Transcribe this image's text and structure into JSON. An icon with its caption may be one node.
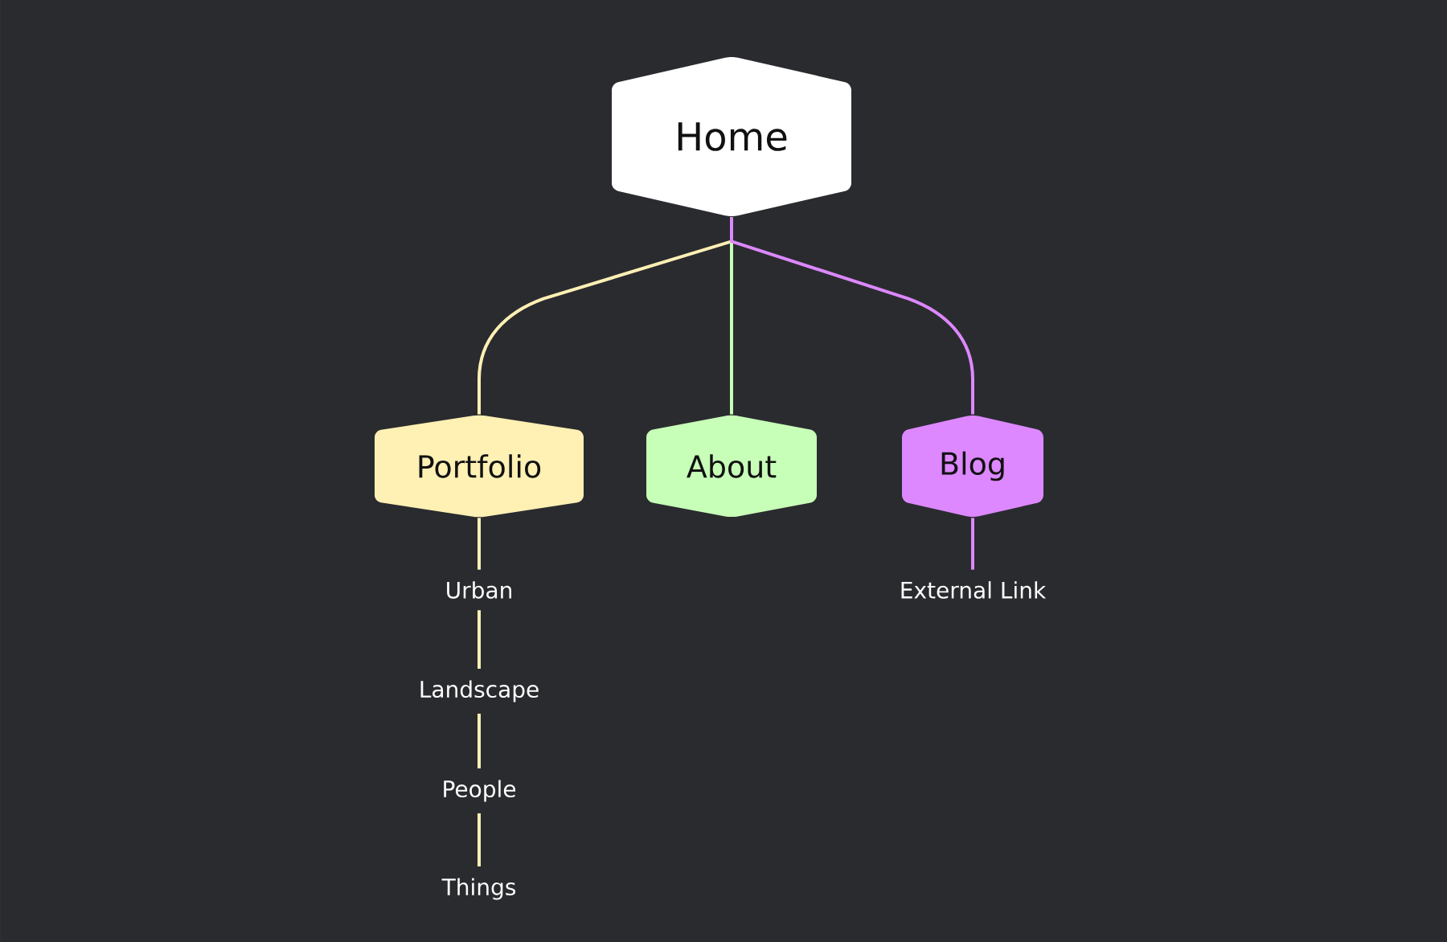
{
  "diagram": {
    "nodes": [
      {
        "text": [
          "Home"
        ]
      },
      {
        "text": [
          "Portfolio"
        ]
      },
      {
        "text": [
          "About"
        ]
      },
      {
        "text": [
          "Blog"
        ]
      },
      {
        "text": [
          "Urban"
        ]
      },
      {
        "text": [
          "Landscape"
        ]
      },
      {
        "text": [
          "People"
        ]
      },
      {
        "text": [
          "Things"
        ]
      },
      {
        "text": [
          "External Link"
        ]
      }
    ],
    "edges": [
      {
        "from": 0,
        "to": 1,
        "arrow": "none"
      },
      {
        "from": 0,
        "to": 2,
        "arrow": "none",
        "color": "#c8ffb8"
      },
      {
        "from": 0,
        "to": 3,
        "arrow": "none",
        "color": "#dd88ff"
      },
      {
        "from": 1,
        "to": 4,
        "arrow": "none"
      },
      {
        "from": 4,
        "to": 5,
        "arrow": "none"
      },
      {
        "from": 5,
        "to": 6,
        "arrow": "none"
      },
      {
        "from": 6,
        "to": 7,
        "arrow": "none"
      },
      {
        "from": 3,
        "to": 8,
        "arrow": "none",
        "color": "#dd88ff"
      }
    ]
  }
}
